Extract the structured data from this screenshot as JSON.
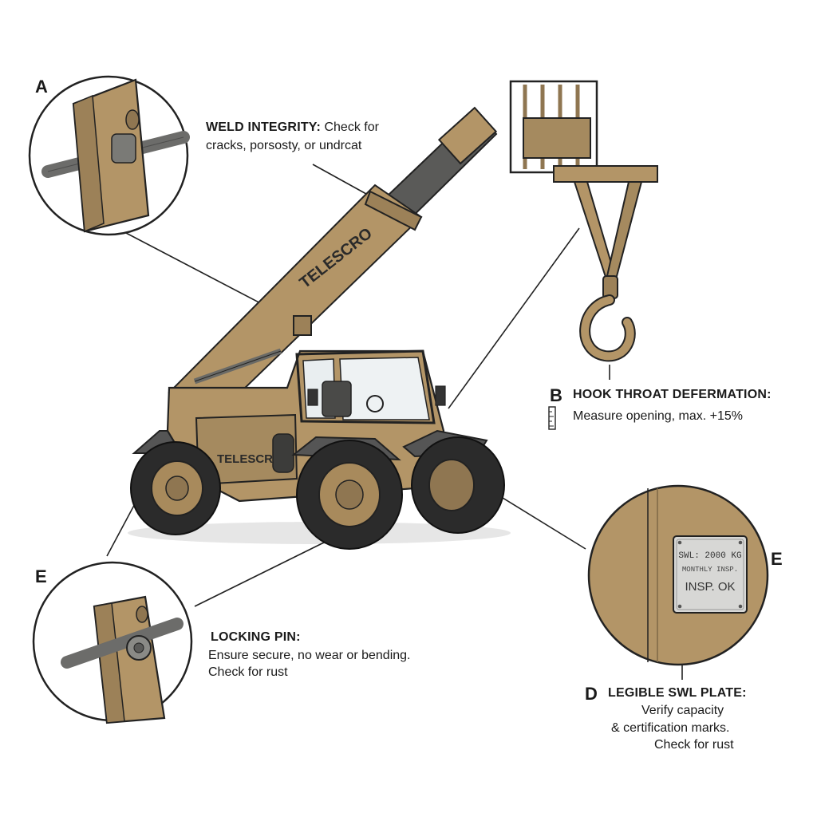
{
  "colors": {
    "steel_tan": "#b39567",
    "steel_tan_dark": "#8f7651",
    "ink": "#222222",
    "tire": "#2b2b2b",
    "rim": "#a88a5c",
    "glass": "#e9eef0",
    "plate_metal": "#d7d7d5"
  },
  "machine": {
    "boom_brand": "TELESCRO",
    "body_brand": "TELESCRO"
  },
  "callouts": {
    "a": {
      "letter": "A",
      "title": "WELD INTEGRITY:",
      "text_inline": " Check for",
      "text_line2": "cracks, porsosty, or undrcat"
    },
    "b": {
      "letter": "B",
      "title": "HOOK THROAT DEFERMATION:",
      "text": "Measure opening, max. +15%",
      "icon": "ruler-icon"
    },
    "d": {
      "letter": "D",
      "title": "LEGIBLE SWL PLATE:",
      "lines": [
        "Verify capacity",
        "& certification marks.",
        "Check for rust"
      ]
    },
    "e_left": {
      "letter": "E",
      "title": "LOCKING PIN:",
      "lines": [
        "Ensure secure, no wear or bending.",
        "Check for rust"
      ]
    },
    "e_right": {
      "letter": "E"
    }
  },
  "swl_plate": {
    "line1": "SWL: 2000 KG",
    "line2": "MONTHLY INSP.",
    "line3": "INSP. OK"
  }
}
